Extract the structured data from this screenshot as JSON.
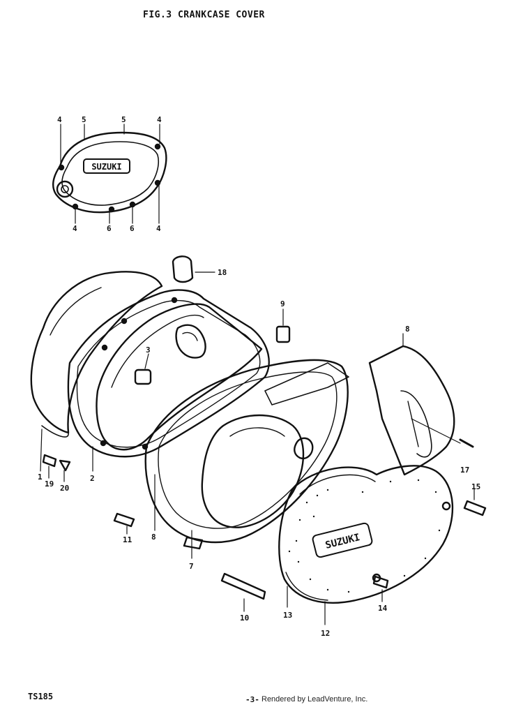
{
  "figure": {
    "title": "FIG.3   CRANKCASE COVER",
    "model": "TS185",
    "page_number": "-3-",
    "credit": "Rendered by LeadVenture, Inc."
  },
  "callouts": [
    {
      "id": "c4a",
      "label": "4"
    },
    {
      "id": "c5a",
      "label": "5"
    },
    {
      "id": "c5b",
      "label": "5"
    },
    {
      "id": "c4b",
      "label": "4"
    },
    {
      "id": "c4c",
      "label": "4"
    },
    {
      "id": "c6a",
      "label": "6"
    },
    {
      "id": "c6b",
      "label": "6"
    },
    {
      "id": "c4d",
      "label": "4"
    },
    {
      "id": "c18",
      "label": "18"
    },
    {
      "id": "c9",
      "label": "9"
    },
    {
      "id": "c3",
      "label": "3"
    },
    {
      "id": "c8",
      "label": "8"
    },
    {
      "id": "c1",
      "label": "1"
    },
    {
      "id": "c2",
      "label": "2"
    },
    {
      "id": "c19",
      "label": "19"
    },
    {
      "id": "c20",
      "label": "20"
    },
    {
      "id": "c17",
      "label": "17"
    },
    {
      "id": "c15",
      "label": "15"
    },
    {
      "id": "c11",
      "label": "11"
    },
    {
      "id": "c8b",
      "label": "8"
    },
    {
      "id": "c7",
      "label": "7"
    },
    {
      "id": "c10",
      "label": "10"
    },
    {
      "id": "c13",
      "label": "13"
    },
    {
      "id": "c12",
      "label": "12"
    },
    {
      "id": "c14",
      "label": "14"
    }
  ],
  "logo_inset": "SUZUKI",
  "logo_cover": "SUZUKI"
}
